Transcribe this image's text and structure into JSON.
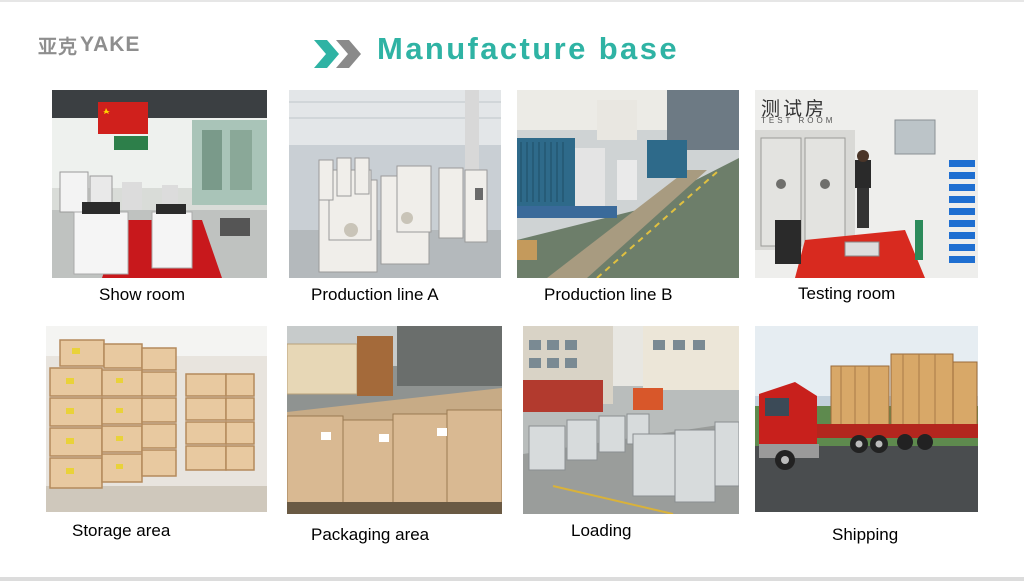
{
  "header": {
    "logo_cn": "亚克",
    "logo_en": "YAKE",
    "title": "Manufacture base"
  },
  "photos": [
    {
      "caption": "Show room",
      "icon": "showroom-photo"
    },
    {
      "caption": "Production line A",
      "icon": "production-line-photo"
    },
    {
      "caption": "Production line B",
      "icon": "production-line-photo"
    },
    {
      "caption": "Testing room",
      "icon": "testing-room-photo"
    },
    {
      "caption": "Storage area",
      "icon": "storage-photo"
    },
    {
      "caption": "Packaging area",
      "icon": "packaging-photo"
    },
    {
      "caption": "Loading",
      "icon": "loading-photo"
    },
    {
      "caption": "Shipping",
      "icon": "shipping-truck-photo"
    }
  ],
  "photo_text": {
    "testing_room_sign_cn": "测试房",
    "testing_room_sign_en": "TEST ROOM"
  },
  "colors": {
    "title": "#2fb3a4",
    "chevron_teal": "#2fb3a4",
    "chevron_gray": "#8a8a8a",
    "logo": "#8e8e8e"
  }
}
